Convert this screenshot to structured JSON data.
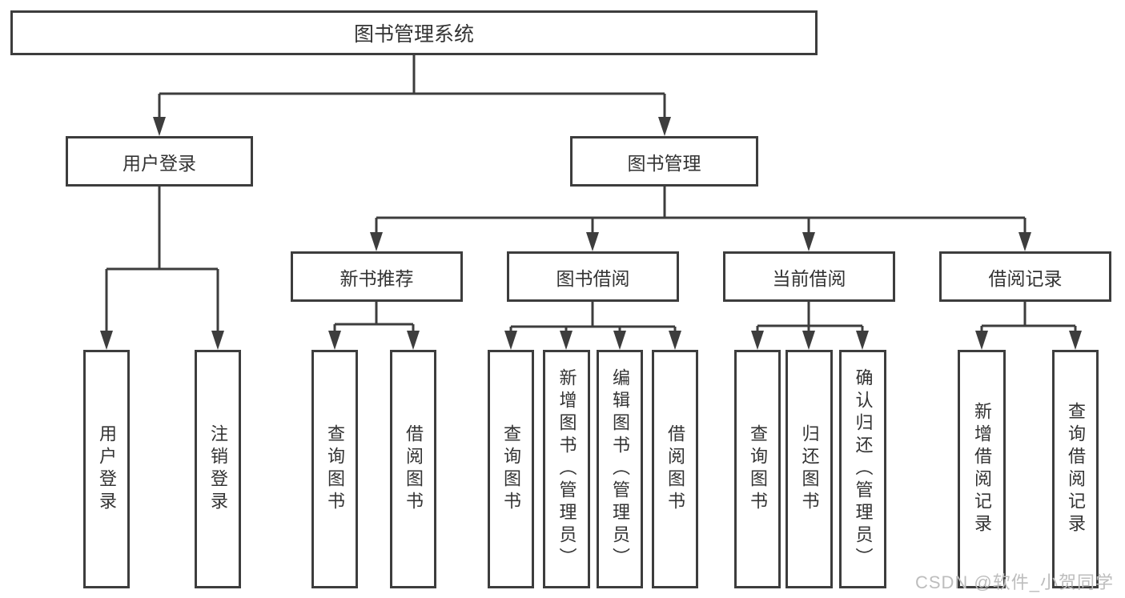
{
  "colors": {
    "line": "#3d3d3d",
    "text": "#333333",
    "watermark": "#bdbdbd",
    "background": "#ffffff",
    "box_fill": "#ffffff"
  },
  "tree": {
    "label": "图书管理系统",
    "children": [
      {
        "label": "用户登录",
        "children": [
          {
            "label": "用户登录"
          },
          {
            "label": "注销登录"
          }
        ]
      },
      {
        "label": "图书管理",
        "children": [
          {
            "label": "新书推荐",
            "children": [
              {
                "label": "查询图书"
              },
              {
                "label": "借阅图书"
              }
            ]
          },
          {
            "label": "图书借阅",
            "children": [
              {
                "label": "查询图书"
              },
              {
                "label": "新增图书（管理员）"
              },
              {
                "label": "编辑图书（管理员）"
              },
              {
                "label": "借阅图书"
              }
            ]
          },
          {
            "label": "当前借阅",
            "children": [
              {
                "label": "查询图书"
              },
              {
                "label": "归还图书"
              },
              {
                "label": "确认归还（管理员）"
              }
            ]
          },
          {
            "label": "借阅记录",
            "children": [
              {
                "label": "新增借阅记录"
              },
              {
                "label": "查询借阅记录"
              }
            ]
          }
        ]
      }
    ]
  },
  "watermark": {
    "text": "CSDN @软件_小贺同学"
  }
}
